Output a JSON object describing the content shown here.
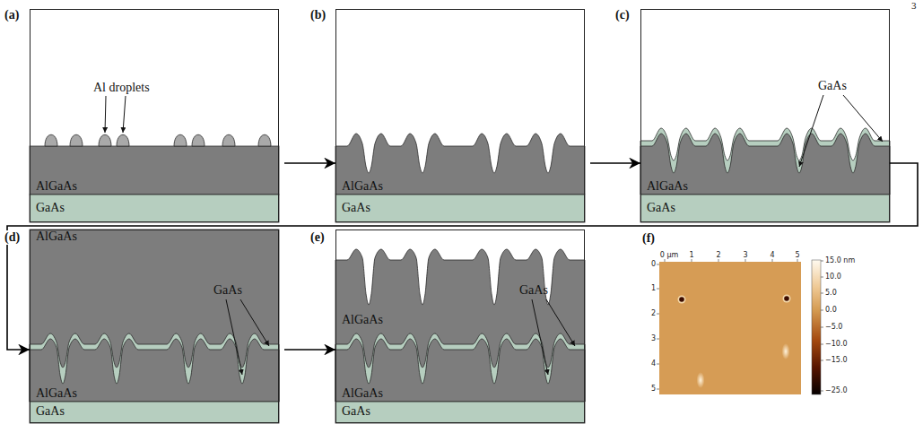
{
  "diagram": {
    "nodes": [
      {
        "text": [
          "(a)"
        ]
      },
      {
        "text": [
          "AlGaAs"
        ],
        "in": 0
      },
      {
        "text": [
          "GaAs"
        ],
        "in": 0
      },
      {
        "text": [
          "(b)"
        ]
      },
      {
        "text": [
          "AlGaAs"
        ],
        "in": 3
      },
      {
        "text": [
          "GaAs"
        ],
        "in": 3
      },
      {
        "text": [
          "(c)"
        ]
      },
      {
        "text": [
          "AlGaAs"
        ],
        "in": 6
      },
      {
        "text": [
          "GaAs"
        ],
        "in": 6
      },
      {
        "text": [
          "(d)"
        ]
      },
      {
        "text": [
          "AlGaAs"
        ],
        "in": 9
      },
      {
        "text": [
          "AlGaAs"
        ],
        "in": 9
      },
      {
        "text": [
          "GaAs"
        ],
        "in": 9
      },
      {
        "text": [
          "(e)"
        ]
      },
      {
        "text": [
          "AlGaAs"
        ],
        "in": 13
      },
      {
        "text": [
          "AlGaAs"
        ],
        "in": 13
      },
      {
        "text": [
          "GaAs"
        ],
        "in": 13
      },
      {
        "text": [
          "(f)"
        ]
      }
    ],
    "edges": [
      {
        "from": 0,
        "to": 3,
        "arrow": "to"
      },
      {
        "from": 3,
        "to": 6,
        "arrow": "to"
      },
      {
        "from": 6,
        "to": 9,
        "arrow": "to"
      },
      {
        "from": 9,
        "to": 13,
        "arrow": "to"
      }
    ],
    "labels": [
      "3",
      "Al droplets",
      "GaAs",
      "GaAs",
      "GaAs",
      "0 µm",
      "1",
      "2",
      "3",
      "4",
      "5",
      "0",
      "1",
      "2",
      "3",
      "4",
      "5",
      "15.0 nm",
      "10.0",
      "5.0",
      "0.0",
      "−5.0",
      "−10.0",
      "−15.0",
      "−25.0"
    ]
  }
}
